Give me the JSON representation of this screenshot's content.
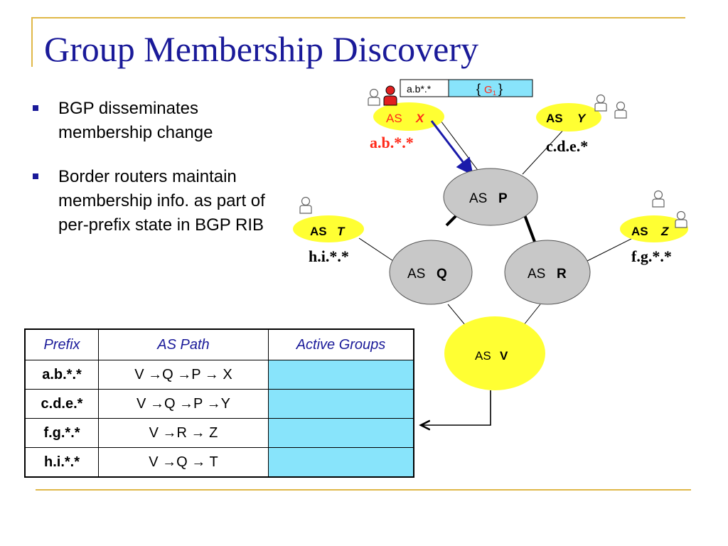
{
  "slide": {
    "title": "Group Membership Discovery",
    "bullets": [
      "BGP disseminates membership change",
      "Border routers maintain membership info. as part of per-prefix state in BGP RIB"
    ]
  },
  "diagram": {
    "update_message": {
      "prefix": "a.b*.*",
      "group_open": "{",
      "group_name": "G",
      "group_sub": "1",
      "group_close": "}"
    },
    "nodes": [
      {
        "id": "X",
        "as_label": "AS",
        "name": "X",
        "prefix": "a.b.*.*"
      },
      {
        "id": "Y",
        "as_label": "AS",
        "name": "Y",
        "prefix": "c.d.e.*"
      },
      {
        "id": "P",
        "as_label": "AS",
        "name": "P"
      },
      {
        "id": "T",
        "as_label": "AS",
        "name": "T",
        "prefix": "h.i.*.*"
      },
      {
        "id": "Z",
        "as_label": "AS",
        "name": "Z",
        "prefix": "f.g.*.*"
      },
      {
        "id": "Q",
        "as_label": "AS",
        "name": "Q"
      },
      {
        "id": "R",
        "as_label": "AS",
        "name": "R"
      },
      {
        "id": "V",
        "as_label": "AS",
        "name": "V"
      }
    ],
    "colors": {
      "stub": "#ffff33",
      "transit": "#c8c8c8",
      "highlight": "#ff2a1a",
      "arrow": "#1a1aaa",
      "table_fill": "#88e4fb",
      "accent": "#1a1a99"
    }
  },
  "rib_table": {
    "headers": [
      "Prefix",
      "AS Path",
      "Active Groups"
    ],
    "rows": [
      {
        "prefix": "a.b.*.*",
        "path": "V →Q →P → X",
        "groups": ""
      },
      {
        "prefix": "c.d.e.*",
        "path": "V →Q →P →Y",
        "groups": ""
      },
      {
        "prefix": "f.g.*.*",
        "path": "V →R → Z",
        "groups": ""
      },
      {
        "prefix": "h.i.*.*",
        "path": "V →Q → T",
        "groups": ""
      }
    ]
  }
}
